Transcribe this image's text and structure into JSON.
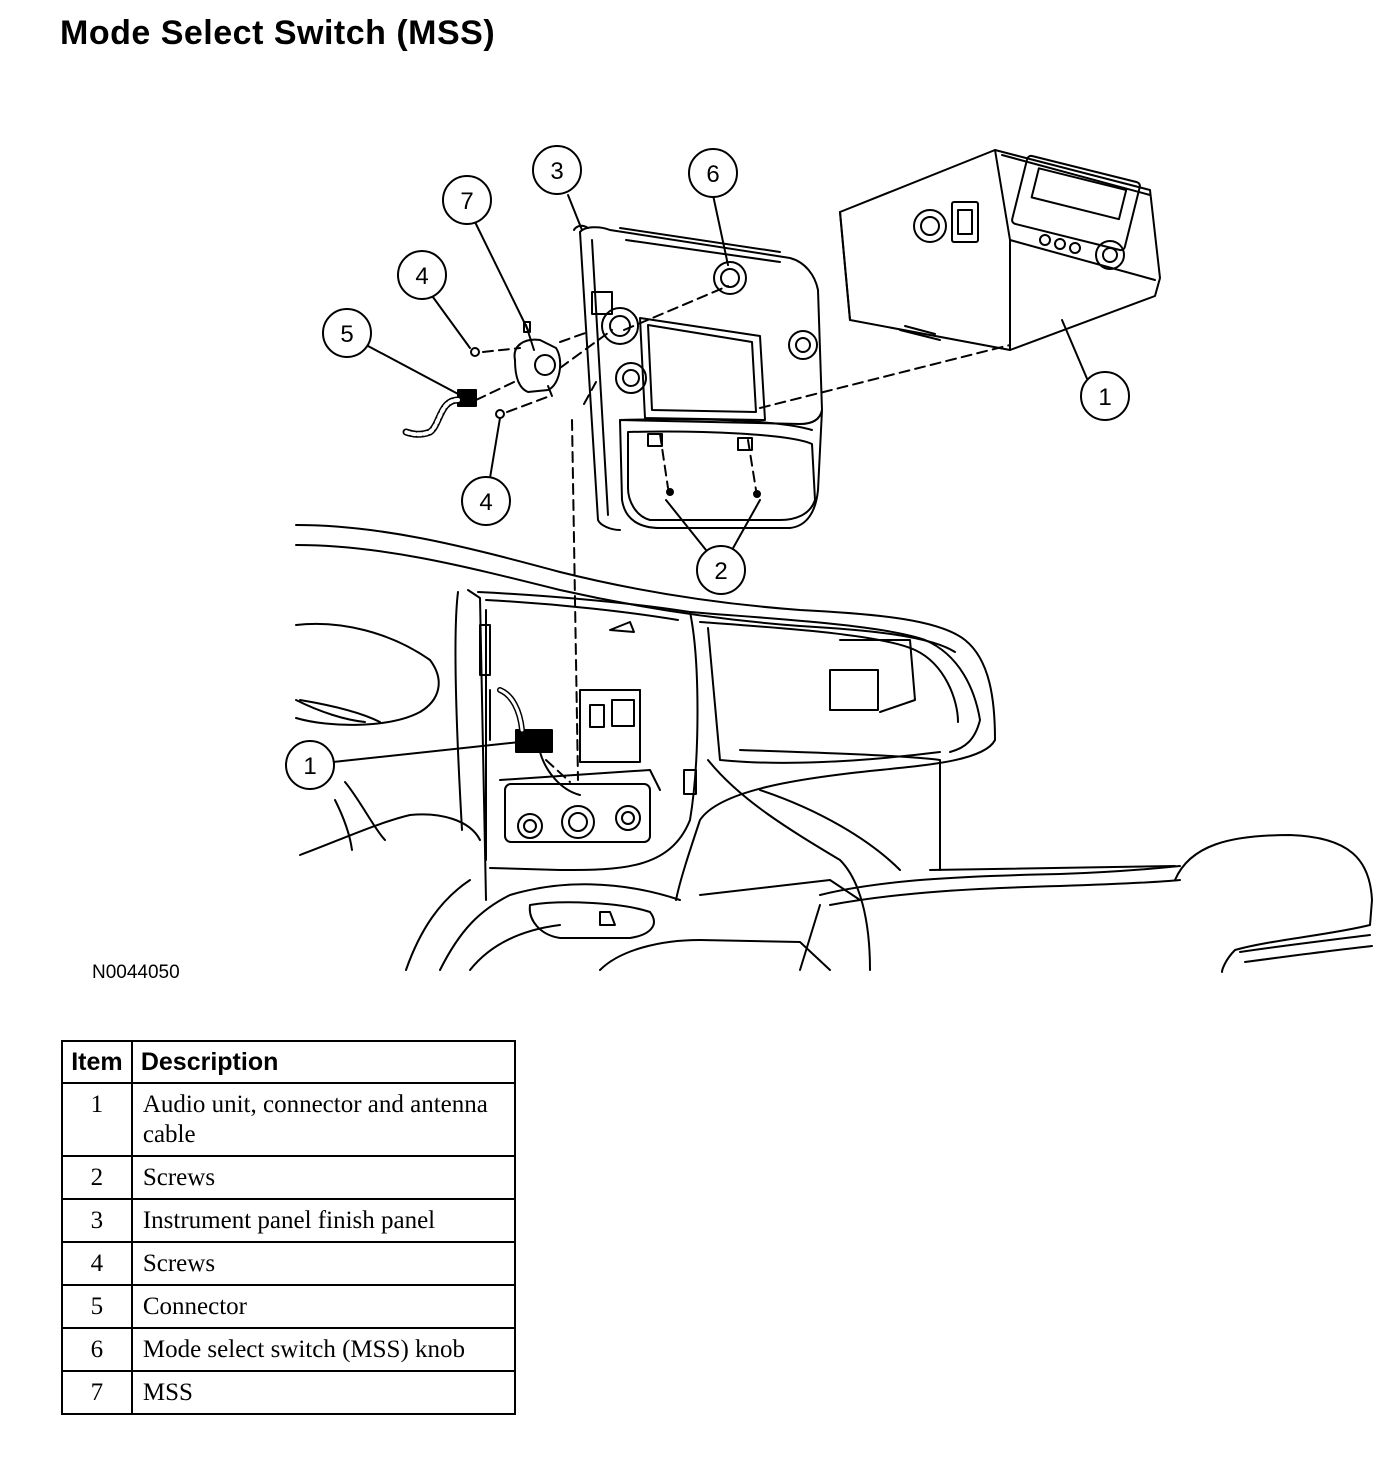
{
  "title": "Mode Select Switch (MSS)",
  "figure_id": "N0044050",
  "callouts": [
    "3",
    "6",
    "7",
    "4",
    "5",
    "1",
    "4",
    "2",
    "1"
  ],
  "table": {
    "headers": [
      "Item",
      "Description"
    ],
    "rows": [
      {
        "item": "1",
        "description": "Audio unit, connector and antenna cable"
      },
      {
        "item": "2",
        "description": "Screws"
      },
      {
        "item": "3",
        "description": "Instrument panel finish panel"
      },
      {
        "item": "4",
        "description": "Screws"
      },
      {
        "item": "5",
        "description": "Connector"
      },
      {
        "item": "6",
        "description": "Mode select switch (MSS) knob"
      },
      {
        "item": "7",
        "description": "MSS"
      }
    ]
  }
}
